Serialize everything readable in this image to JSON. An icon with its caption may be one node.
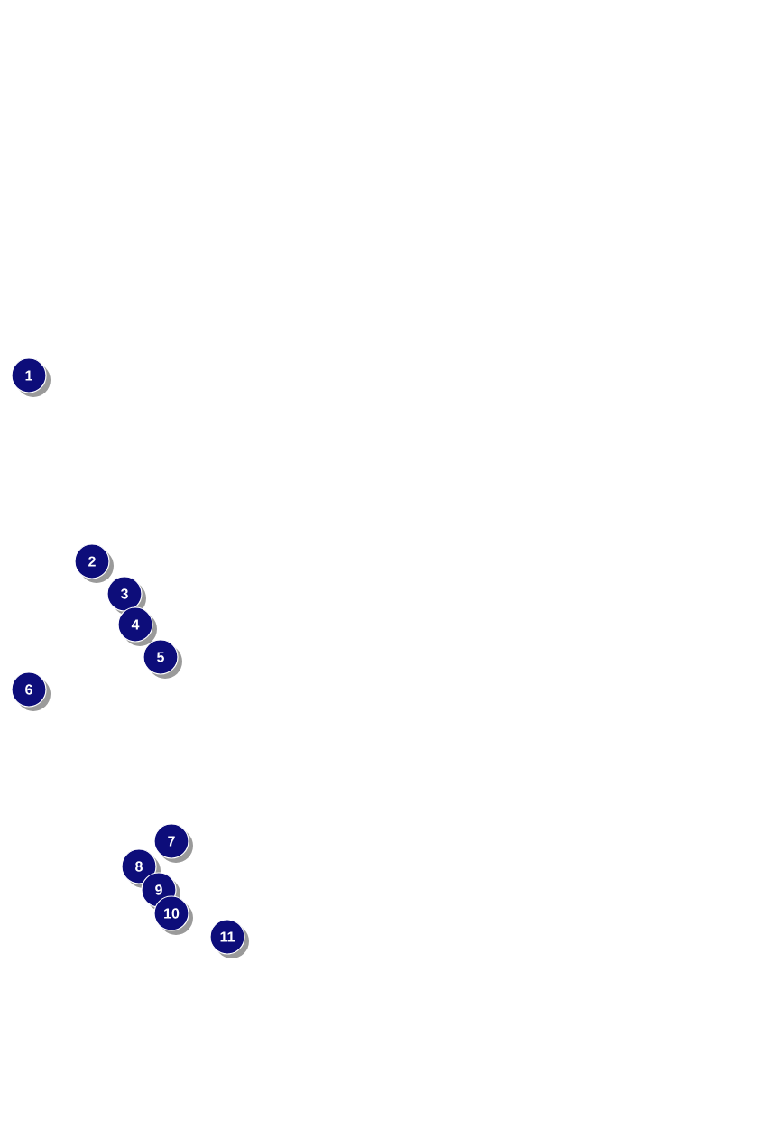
{
  "diagram": {
    "labels": [
      "1",
      "2",
      "3",
      "4",
      "5",
      "6",
      "7",
      "8",
      "9",
      "10",
      "11"
    ]
  }
}
